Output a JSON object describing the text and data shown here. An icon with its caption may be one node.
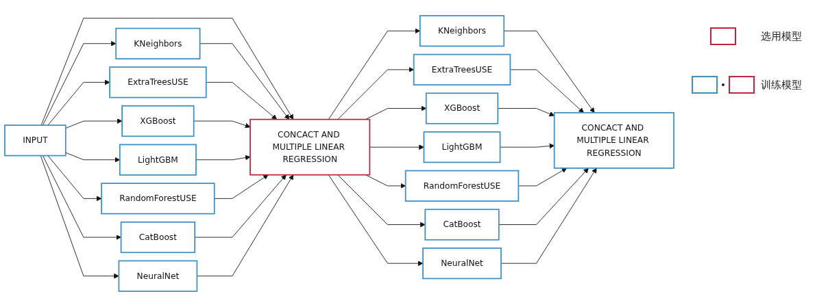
{
  "diagram": {
    "nodes": [
      {
        "text": [
          "INPUT"
        ]
      },
      {
        "text": [
          "KNeighbors"
        ]
      },
      {
        "text": [
          "ExtraTreesUSE"
        ]
      },
      {
        "text": [
          "XGBoost"
        ]
      },
      {
        "text": [
          "LightGBM"
        ]
      },
      {
        "text": [
          "RandomForestUSE"
        ]
      },
      {
        "text": [
          "CatBoost"
        ]
      },
      {
        "text": [
          "NeuralNet"
        ]
      },
      {
        "text": [
          "CONCACT AND MULTIPLE LINEAR REGRESSION"
        ]
      },
      {
        "text": [
          "KNeighbors"
        ]
      },
      {
        "text": [
          "ExtraTreesUSE"
        ]
      },
      {
        "text": [
          "XGBoost"
        ]
      },
      {
        "text": [
          "LightGBM"
        ]
      },
      {
        "text": [
          "RandomForestUSE"
        ]
      },
      {
        "text": [
          "CatBoost"
        ]
      },
      {
        "text": [
          "NeuralNet"
        ]
      },
      {
        "text": [
          "CONCACT AND MULTIPLE LINEAR REGRESSION"
        ]
      }
    ],
    "edges": [
      {
        "from": 0,
        "to": 8,
        "arrow": "to"
      },
      {
        "from": 0,
        "to": 1,
        "arrow": "to"
      },
      {
        "from": 0,
        "to": 2,
        "arrow": "to"
      },
      {
        "from": 0,
        "to": 3,
        "arrow": "to"
      },
      {
        "from": 0,
        "to": 4,
        "arrow": "to"
      },
      {
        "from": 0,
        "to": 5,
        "arrow": "to"
      },
      {
        "from": 0,
        "to": 6,
        "arrow": "to"
      },
      {
        "from": 0,
        "to": 7,
        "arrow": "to"
      },
      {
        "from": 1,
        "to": 8,
        "arrow": "to"
      },
      {
        "from": 2,
        "to": 8,
        "arrow": "to"
      },
      {
        "from": 3,
        "to": 8,
        "arrow": "to"
      },
      {
        "from": 4,
        "to": 8,
        "arrow": "to"
      },
      {
        "from": 5,
        "to": 8,
        "arrow": "to"
      },
      {
        "from": 6,
        "to": 8,
        "arrow": "to"
      },
      {
        "from": 7,
        "to": 8,
        "arrow": "to"
      },
      {
        "from": 8,
        "to": 9,
        "arrow": "to"
      },
      {
        "from": 8,
        "to": 10,
        "arrow": "to"
      },
      {
        "from": 8,
        "to": 11,
        "arrow": "to"
      },
      {
        "from": 8,
        "to": 12,
        "arrow": "to"
      },
      {
        "from": 8,
        "to": 13,
        "arrow": "to"
      },
      {
        "from": 8,
        "to": 14,
        "arrow": "to"
      },
      {
        "from": 8,
        "to": 15,
        "arrow": "to"
      },
      {
        "from": 9,
        "to": 16,
        "arrow": "to"
      },
      {
        "from": 10,
        "to": 16,
        "arrow": "to"
      },
      {
        "from": 11,
        "to": 16,
        "arrow": "to"
      },
      {
        "from": 12,
        "to": 16,
        "arrow": "to"
      },
      {
        "from": 13,
        "to": 16,
        "arrow": "to"
      },
      {
        "from": 14,
        "to": 16,
        "arrow": "to"
      },
      {
        "from": 15,
        "to": 16,
        "arrow": "to"
      }
    ],
    "legend": [
      {
        "text": "选用模型"
      },
      {
        "text": "训练模型"
      }
    ]
  }
}
